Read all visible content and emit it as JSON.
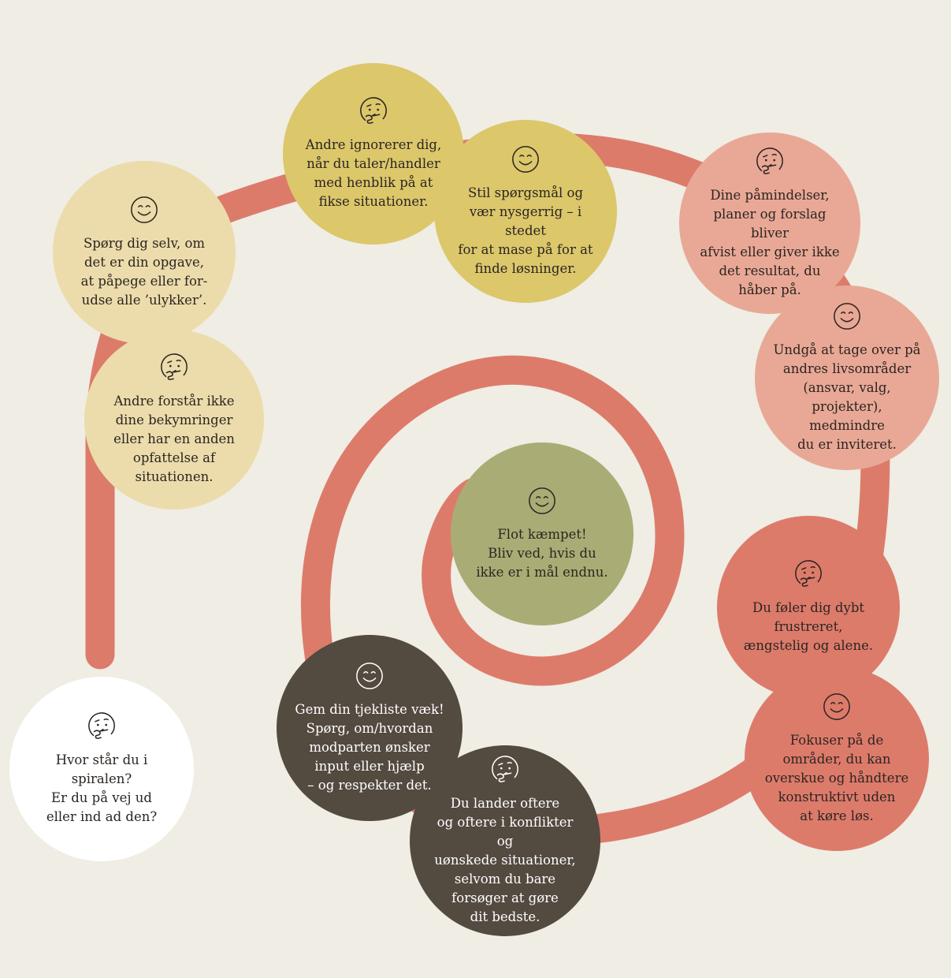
{
  "colors": {
    "background": "#efede4",
    "spiral": "#dd7b6b",
    "pale_yellow": "#ecdcab",
    "mustard": "#dcc76b",
    "salmon": "#e9a896",
    "coral": "#dd7b6b",
    "dark_brown": "#534a40",
    "olive_green": "#a9ad75",
    "white": "#ffffff"
  },
  "nodes": [
    {
      "id": "start",
      "face": "thinking-face",
      "fill": "white",
      "text": "Hvor står du i spiralen?\nEr du på vej ud\neller ind ad den?"
    },
    {
      "id": "misunderstood",
      "face": "thinking-face",
      "fill": "pale_yellow",
      "text": "Andre forstår ikke\ndine bekymringer\neller har en anden\nopfattelse af\nsituationen."
    },
    {
      "id": "ask-yourself",
      "face": "smiling-face",
      "fill": "pale_yellow",
      "text": "Spørg dig selv, om\ndet er din opgave,\nat påpege eller for-\nudse alle ’ulykker’."
    },
    {
      "id": "ignored",
      "face": "thinking-face",
      "fill": "mustard",
      "text": "Andre ignorerer dig,\nnår du taler/handler\nmed henblik på at\nfikse situationer."
    },
    {
      "id": "curious",
      "face": "smiling-face",
      "fill": "mustard",
      "text": "Stil spørgsmål og\nvær nysgerrig – i stedet\nfor at mase på for at\nfinde løsninger."
    },
    {
      "id": "rejected",
      "face": "thinking-face",
      "fill": "salmon",
      "text": "Dine påmindelser,\nplaner og forslag bliver\nafvist eller giver ikke\ndet resultat, du\nhåber på."
    },
    {
      "id": "avoid-taking-over",
      "face": "smiling-face",
      "fill": "salmon",
      "text": "Undgå at tage over på\nandres livsområder\n(ansvar, valg,\nprojekter), medmindre\ndu er inviteret."
    },
    {
      "id": "frustrated",
      "face": "thinking-face",
      "fill": "coral",
      "text": "Du føler dig dybt\nfrustreret,\nængstelig og alene."
    },
    {
      "id": "focus",
      "face": "smiling-face",
      "fill": "coral",
      "text": "Fokuser på de\nområder, du kan\noverskue og håndtere\nkonstruktivt uden\nat køre løs."
    },
    {
      "id": "conflicts",
      "face": "thinking-face",
      "fill": "dark_brown",
      "text": "Du lander oftere\nog oftere i konflikter og\nuønskede situationer,\nselvom du bare\nforsøger at gøre\ndit bedste."
    },
    {
      "id": "checklist",
      "face": "smiling-face",
      "fill": "dark_brown",
      "text": "Gem din tjekliste væk!\nSpørg, om/hvordan\nmodparten ønsker\ninput eller hjælp\n– og respekter det."
    },
    {
      "id": "center",
      "face": "smiling-face",
      "fill": "olive_green",
      "text": "Flot kæmpet!\nBliv ved, hvis du\nikke er i mål endnu."
    }
  ]
}
